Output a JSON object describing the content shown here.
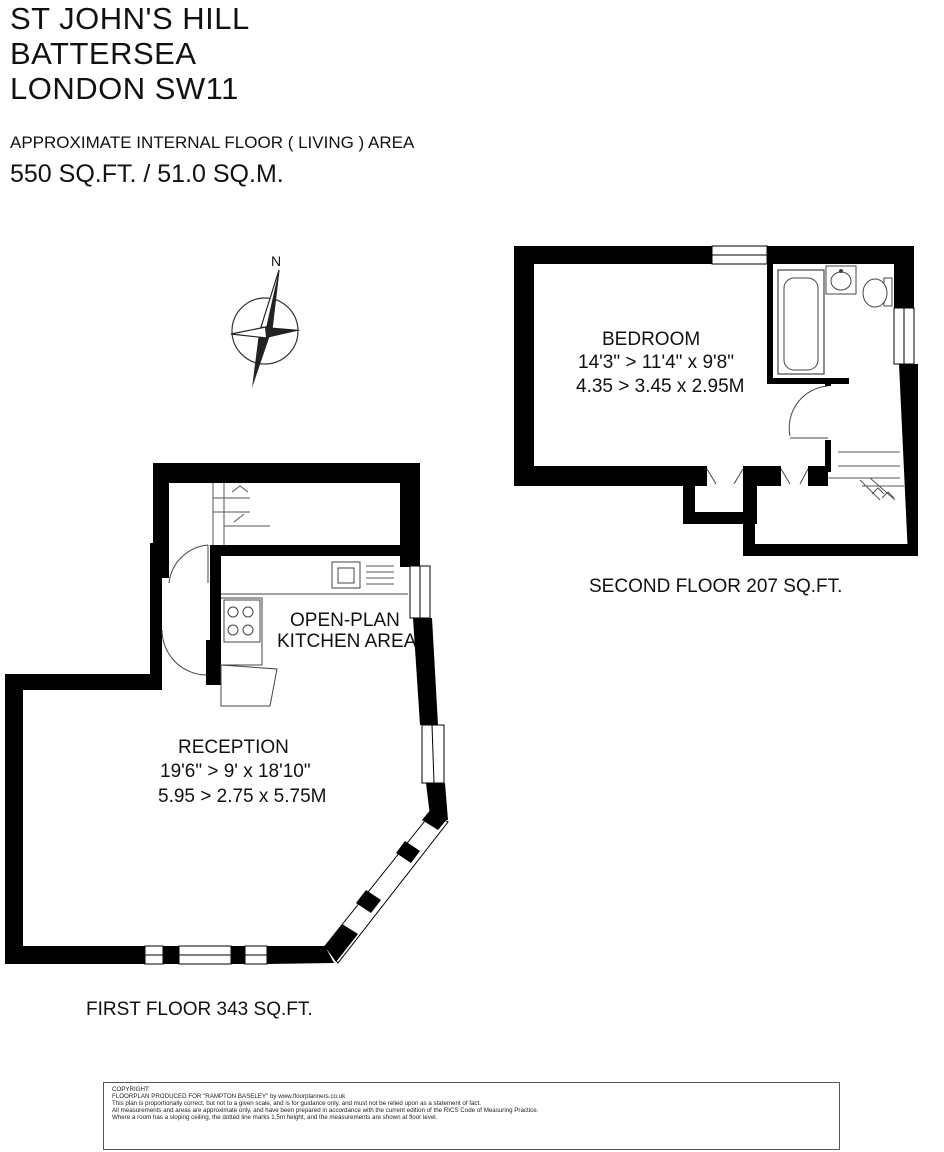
{
  "header": {
    "address_line1": "ST JOHN'S HILL",
    "address_line2": "BATTERSEA",
    "address_line3": "LONDON SW11",
    "area_label": "APPROXIMATE INTERNAL FLOOR ( LIVING ) AREA",
    "area_value": "550 SQ.FT. / 51.0 SQ.M."
  },
  "compass": {
    "north_label": "N",
    "icon": "compass-rose-icon"
  },
  "second_floor": {
    "caption": "SECOND FLOOR 207 SQ.FT.",
    "bedroom": {
      "name": "BEDROOM",
      "imperial": "14'3\" > 11'4\" x 9'8\"",
      "metric": "4.35 > 3.45 x 2.95M"
    }
  },
  "first_floor": {
    "caption": "FIRST FLOOR 343 SQ.FT.",
    "kitchen": {
      "line1": "OPEN-PLAN",
      "line2": "KITCHEN AREA"
    },
    "reception": {
      "name": "RECEPTION",
      "imperial": "19'6\" > 9' x 18'10\"",
      "metric": "5.95 > 2.75 x 5.75M"
    }
  },
  "copyright": {
    "line1": "COPYRIGHT:",
    "line2": "FLOORPLAN PRODUCED FOR \"RAMPTON BASELEY\" by www.floorplanners.co.uk",
    "line3": "This plan is proportionally correct, but not to a given scale, and is for guidance only, and must not be relied upon as a statement of fact.",
    "line4": "All measurements and areas are approximate only, and have been prepared in accordance with the current edition of the RICS Code of Measuring Practice.",
    "line5": "Where a room has a sloping ceiling, the dotted line marks 1.5m height, and the measurements are shown at floor level."
  },
  "colors": {
    "wall": "#000000",
    "fixture": "#444444",
    "background": "#ffffff"
  }
}
